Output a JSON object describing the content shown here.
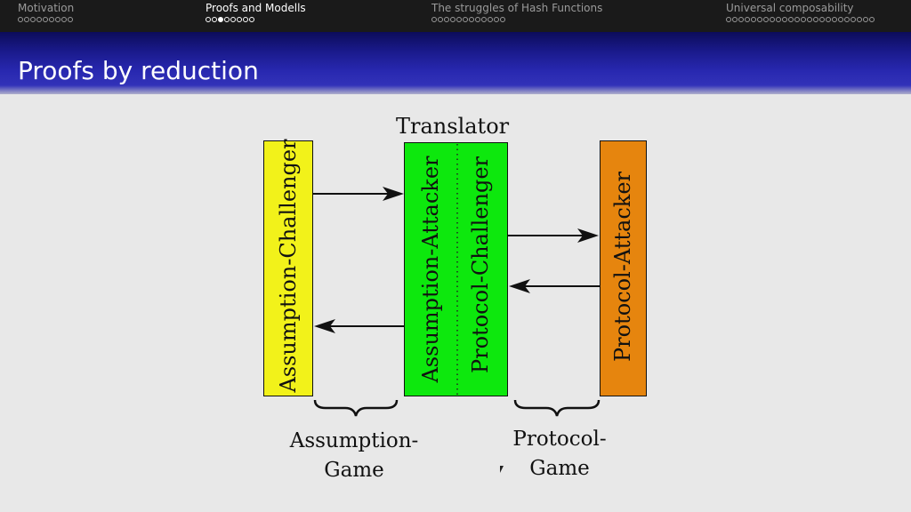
{
  "nav": {
    "sections": [
      {
        "label": "Motivation",
        "dots": 9,
        "current": -1,
        "active": false
      },
      {
        "label": "Proofs and Modells",
        "dots": 8,
        "current": 2,
        "active": true
      },
      {
        "label": "The struggles of Hash Functions",
        "dots": 12,
        "current": -1,
        "active": false
      },
      {
        "label": "Universal composability",
        "dots": 24,
        "current": -1,
        "active": false
      }
    ]
  },
  "slide": {
    "title": "Proofs by reduction"
  },
  "diagram": {
    "translator_label": "Translator",
    "assumption_challenger": "Assumption-Challenger",
    "assumption_attacker": "Assumption-Attacker",
    "protocol_challenger": "Protocol-Challenger",
    "protocol_attacker": "Protocol-Attacker",
    "assumption_game": {
      "line1": "Assumption-",
      "line2": "Game"
    },
    "protocol_game": {
      "line1": "Protocol-",
      "line2": "Game"
    },
    "colors": {
      "yellow": "#f2f21a",
      "green": "#0de80d",
      "orange": "#e6850e"
    }
  }
}
